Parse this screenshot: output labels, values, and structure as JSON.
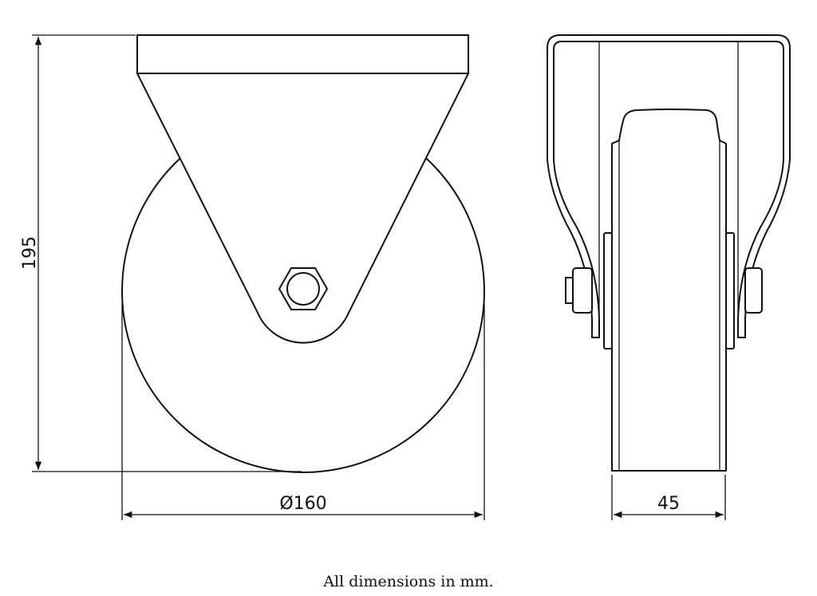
{
  "dimensions": {
    "height": "195",
    "wheel_diameter": "Ø160",
    "wheel_width": "45"
  },
  "caption": "All dimensions in mm.",
  "line_color": "#111111"
}
